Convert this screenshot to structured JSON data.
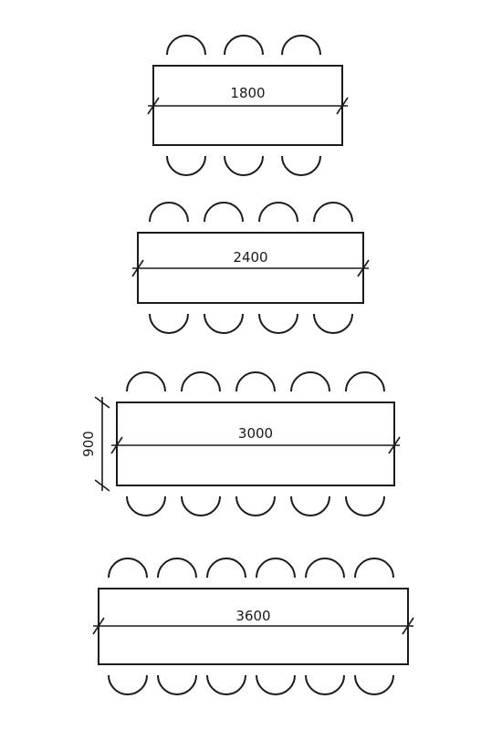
{
  "tables": [
    {
      "id": "table-1800",
      "length_label": "1800",
      "seats_per_side": 3
    },
    {
      "id": "table-2400",
      "length_label": "2400",
      "seats_per_side": 4
    },
    {
      "id": "table-3000",
      "length_label": "3000",
      "seats_per_side": 5,
      "width_label": "900"
    },
    {
      "id": "table-3600",
      "length_label": "3600",
      "seats_per_side": 6
    }
  ],
  "colors": {
    "ink": "#1a1a1a",
    "background": "#ffffff"
  }
}
